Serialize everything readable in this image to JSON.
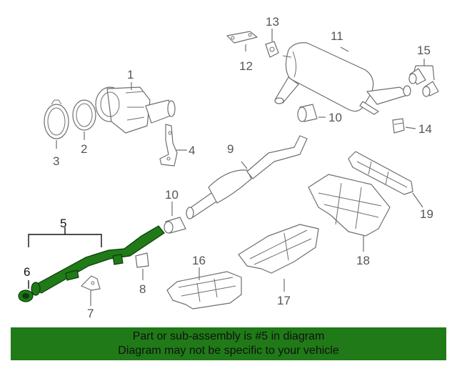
{
  "callouts": {
    "c1": "1",
    "c2": "2",
    "c3": "3",
    "c4": "4",
    "c5": "5",
    "c6": "6",
    "c7": "7",
    "c8": "8",
    "c9": "9",
    "c10a": "10",
    "c10b": "10",
    "c11": "11",
    "c12": "12",
    "c13": "13",
    "c14": "14",
    "c15": "15",
    "c16": "16",
    "c17": "17",
    "c18": "18",
    "c19": "19"
  },
  "banner": {
    "line1": "Part or sub-assembly is #5 in diagram",
    "line2": "Diagram may not be specific to your vehicle"
  },
  "colors": {
    "highlight": "#1f7a17",
    "banner_bg": "#1f7a17",
    "linework": "#6e6e6e"
  }
}
